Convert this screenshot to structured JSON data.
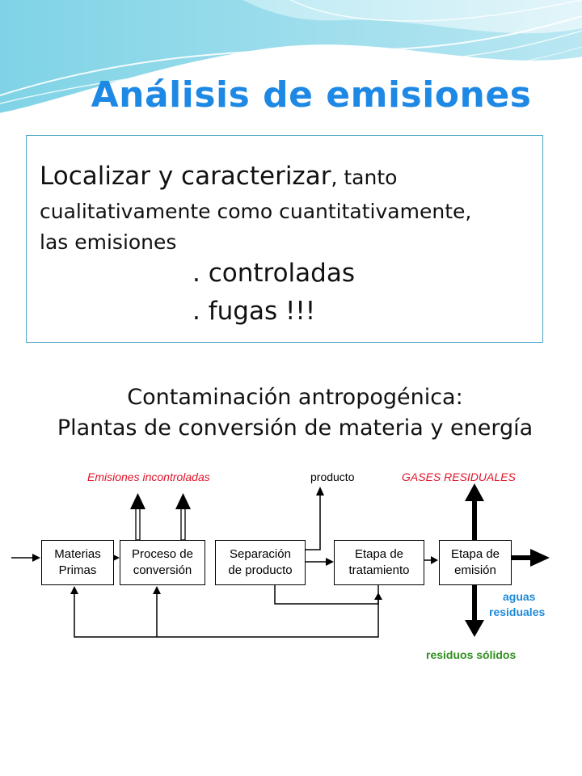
{
  "title": "Análisis de emisiones",
  "intro": {
    "line1_main": "Localizar y caracterizar",
    "line1_rest": ", tanto",
    "line2": "cualitativamente como cuantitativamente,",
    "line3": "las emisiones",
    "item1": ". controladas",
    "item2": ". fugas !!!"
  },
  "subtitle": {
    "line1": "Contaminación antropogénica:",
    "line2": "Plantas de conversión de materia y energía"
  },
  "diagram": {
    "labels": {
      "uncontrolled_emissions": "Emisiones incontroladas",
      "product": "producto",
      "waste_gases": "GASES RESIDUALES",
      "wastewater_line1": "aguas",
      "wastewater_line2": "residuales",
      "solid_waste": "residuos sólidos"
    },
    "boxes": {
      "raw_materials": [
        "Materias",
        "Primas"
      ],
      "conversion": [
        "Proceso de",
        "conversión"
      ],
      "separation": [
        "Separación",
        "de producto"
      ],
      "treatment": [
        "Etapa de",
        "tratamiento"
      ],
      "emission": [
        "Etapa de",
        "emisión"
      ]
    },
    "colors": {
      "red": "#e0142a",
      "blue": "#1d8ad8",
      "green": "#2f8f1f",
      "title": "#1e88e5"
    }
  }
}
